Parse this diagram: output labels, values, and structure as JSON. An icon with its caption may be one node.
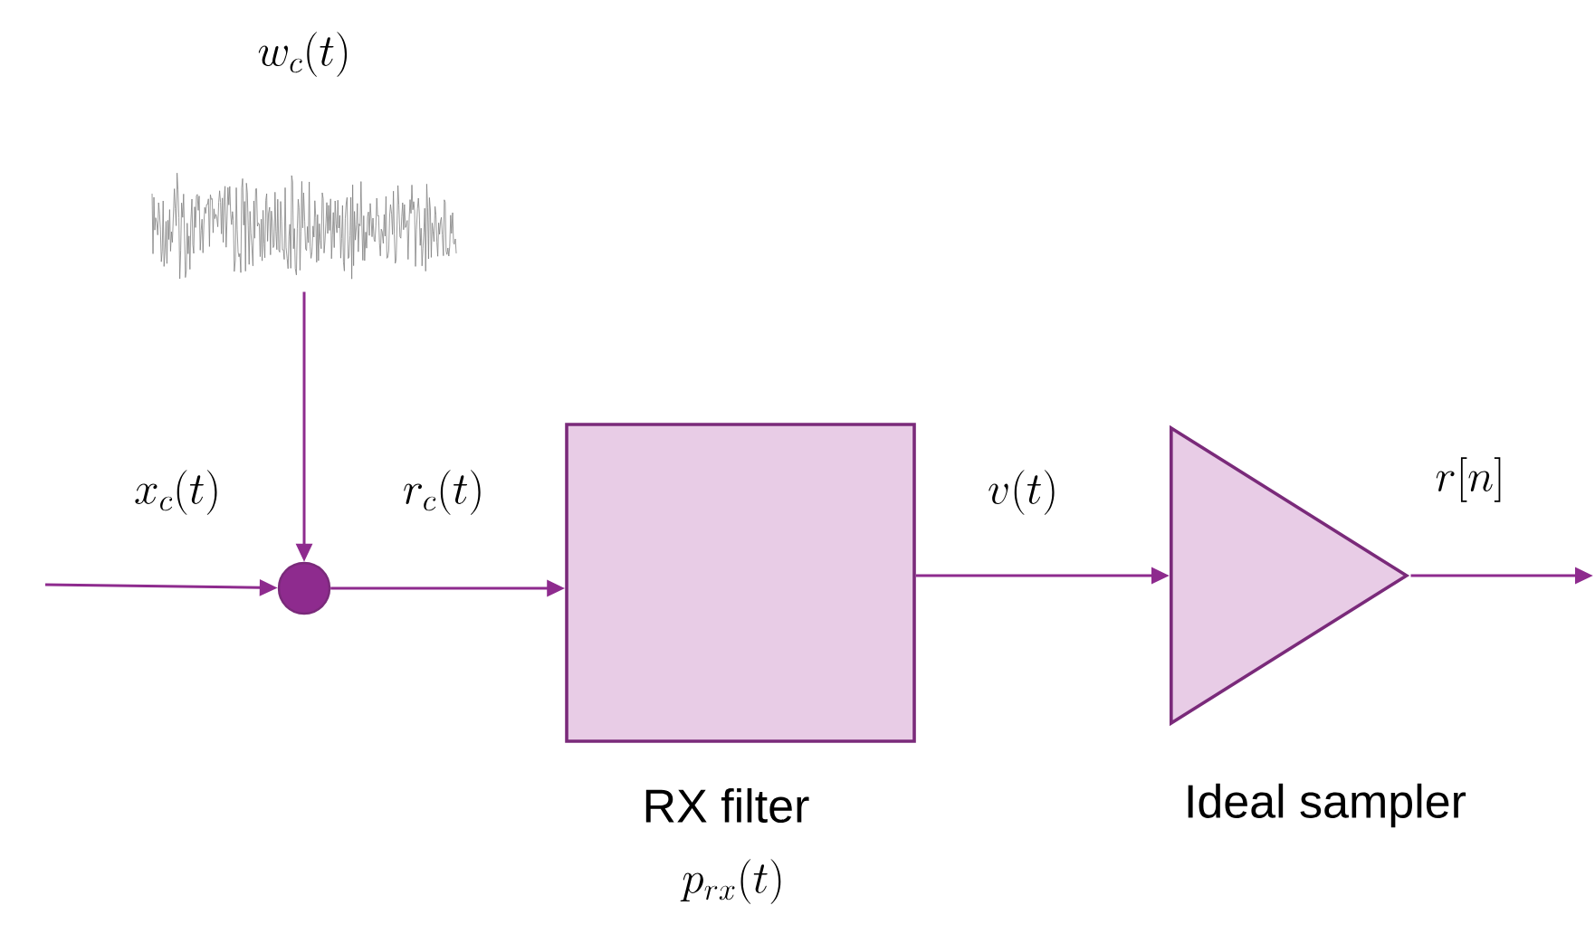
{
  "diagram": {
    "nodes": [
      {
        "text": [
          "w_c(t)"
        ]
      },
      {
        "text": [],
        "shape": "circle"
      },
      {
        "text": [
          "RX filter",
          "p_{rx}(t)"
        ]
      },
      {
        "text": [
          "Ideal sampler"
        ]
      }
    ],
    "edges": [
      {
        "from": null,
        "to": 1,
        "arrow": "to",
        "label": "x_c(t)"
      },
      {
        "from": 0,
        "to": 1,
        "arrow": "to"
      },
      {
        "from": 1,
        "to": 2,
        "arrow": "to",
        "label": "r_c(t)"
      },
      {
        "from": 2,
        "to": 3,
        "arrow": "to",
        "label": "v(t)"
      },
      {
        "from": 3,
        "to": null,
        "arrow": "to",
        "label": "r[n]"
      }
    ]
  }
}
